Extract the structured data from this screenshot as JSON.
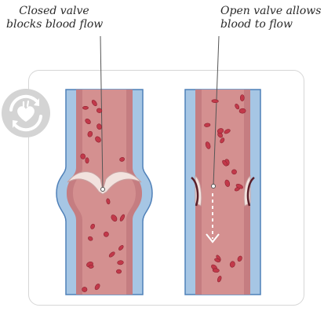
{
  "labels": {
    "closed_valve": [
      "Closed valve",
      "blocks blood flow"
    ],
    "open_valve": [
      "Open valve allows",
      "blood to flow"
    ]
  },
  "icon": "heart-cycle-icon",
  "colors": {
    "vessel_wall": "#a6c6e4",
    "vessel_wall_edge": "#4f80b8",
    "lumen": "#d49090",
    "blood_cell": "#c2394a",
    "valve": "#f2e2de",
    "badge": "#d4d4d4"
  }
}
